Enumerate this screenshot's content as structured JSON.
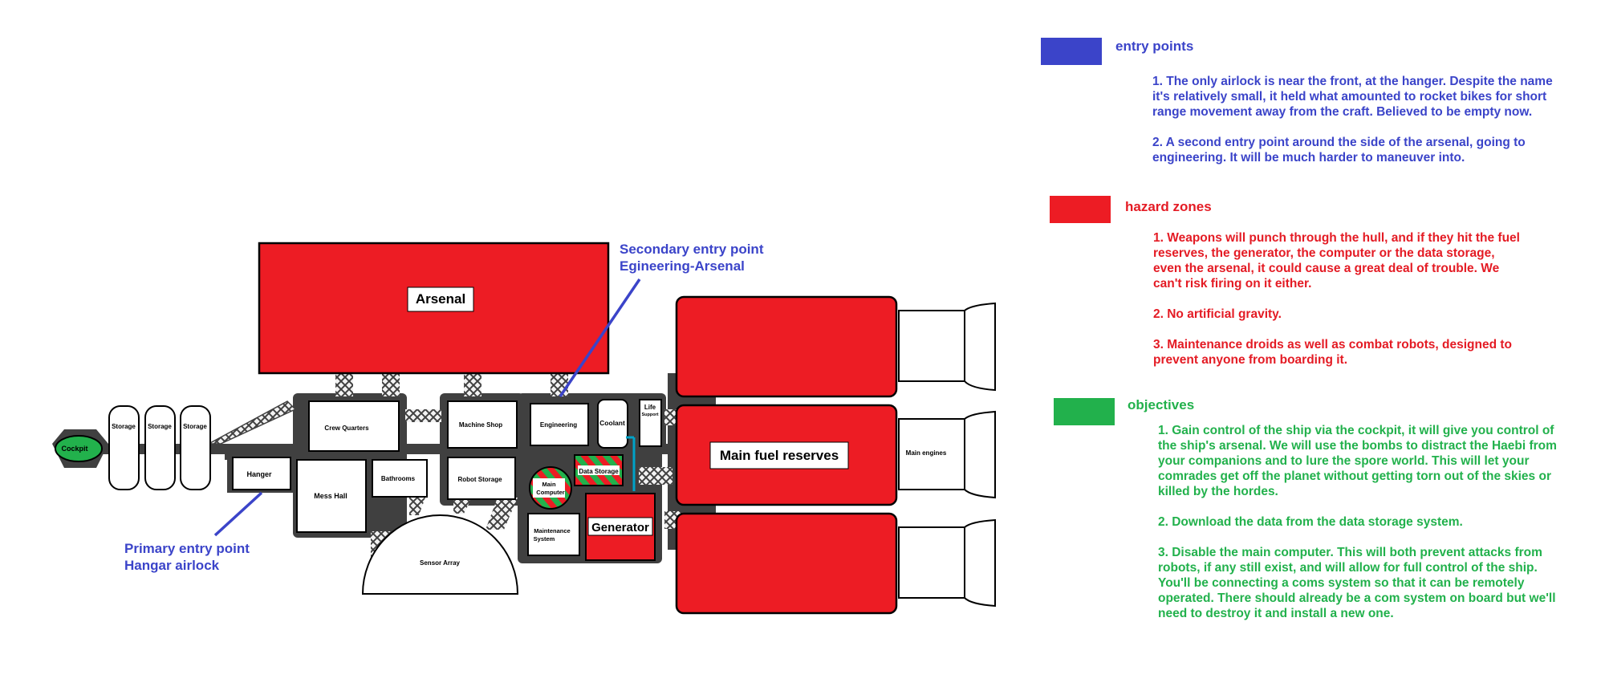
{
  "colors": {
    "blue": "#3b44c9",
    "red": "#ed1c24",
    "green": "#22b14c",
    "frame": "#404040",
    "outline": "#000000"
  },
  "ship": {
    "arsenal": "Arsenal",
    "cockpit": "Cockpit",
    "storage": [
      "Storage",
      "Storage",
      "Storage"
    ],
    "hanger": "Hanger",
    "crew_quarters": "Crew Quarters",
    "mess_hall": "Mess Hall",
    "bathrooms": "Bathrooms",
    "machine_shop": "Machine Shop",
    "robot_storage": "Robot Storage",
    "engineering": "Engineering",
    "coolant": "Coolant",
    "life_support": [
      "Life",
      "Support"
    ],
    "data_storage": "Data Storage",
    "main_computer": [
      "Main",
      "Computer"
    ],
    "maintenance_system": [
      "Maintenance",
      "System"
    ],
    "generator": "Generator",
    "sensor_array": "Sensor Array",
    "main_fuel_reserves": "Main fuel reserves",
    "main_engines": "Main engines"
  },
  "labels": {
    "secondary_entry": [
      "Secondary entry point",
      "Egineering-Arsenal"
    ],
    "primary_entry": [
      "Primary entry point",
      "Hangar airlock"
    ]
  },
  "legend": {
    "entry": {
      "title": "entry points",
      "items": [
        "1. The only airlock is near the front, at the hanger. Despite the name it's relatively small, it held what amounted to rocket bikes for short range movement away from the craft. Believed to be empty now.",
        "2. A second entry point around the side of the arsenal, going to engineering. It will be much harder to maneuver into."
      ]
    },
    "hazard": {
      "title": "hazard zones",
      "items": [
        "1. Weapons will punch through the hull, and if they hit the fuel reserves, the generator, the computer or the data storage, even the arsenal, it could cause a great deal of trouble. We can't risk firing on it either.",
        "2. No artificial gravity.",
        "3. Maintenance droids as well as combat robots, designed to prevent anyone from boarding it."
      ]
    },
    "objectives": {
      "title": "objectives",
      "items": [
        "1. Gain control of the ship via the cockpit, it will give you control of the ship's arsenal. We will use the bombs to distract the Haebi from your companions and to lure the spore world. This will let your comrades get off the planet without getting torn out of the skies or killed by the hordes.",
        "2. Download the data from the data storage system.",
        "3. Disable the main computer. This will both prevent attacks from robots, if any still exist, and will allow for full control of the ship. You'll be connecting a coms system so that it can be remotely operated. There should already be a com system on board but we'll need to destroy it and install a new one."
      ]
    }
  }
}
